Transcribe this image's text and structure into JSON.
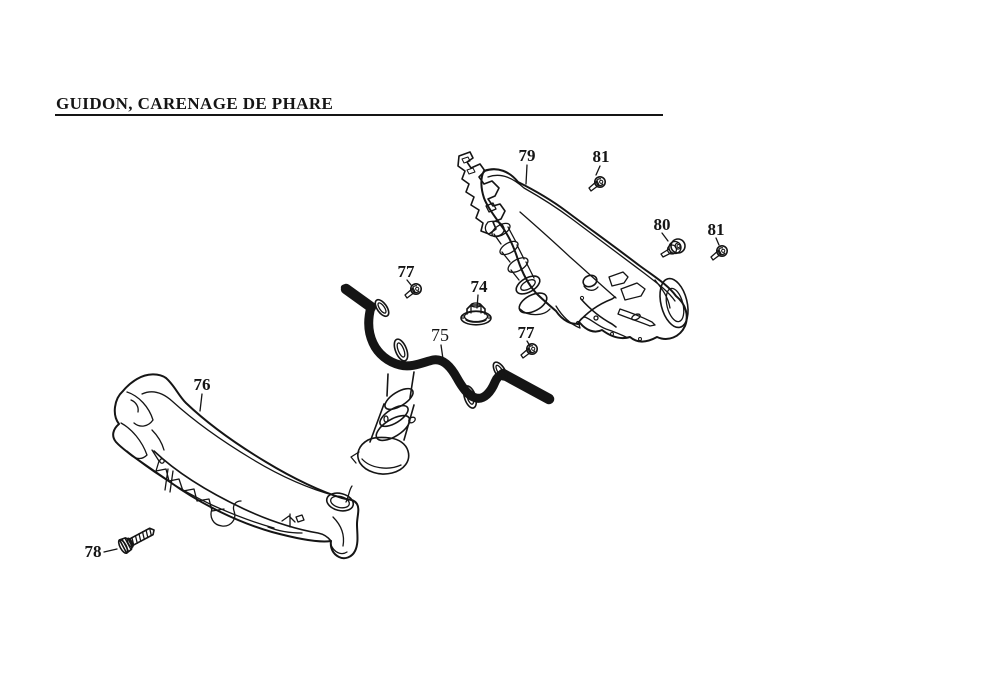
{
  "page": {
    "background": "#ffffff",
    "ink": "#151515"
  },
  "header": {
    "title": "GUIDON, CARENAGE DE PHARE"
  },
  "diagram": {
    "kind": "exploded-parts-diagram",
    "labels": {
      "l79": "79",
      "l81a": "81",
      "l80": "80",
      "l81b": "81",
      "l77a": "77",
      "l74": "74",
      "l75": "75",
      "l77b": "77",
      "l76": "76",
      "l78": "78"
    }
  }
}
